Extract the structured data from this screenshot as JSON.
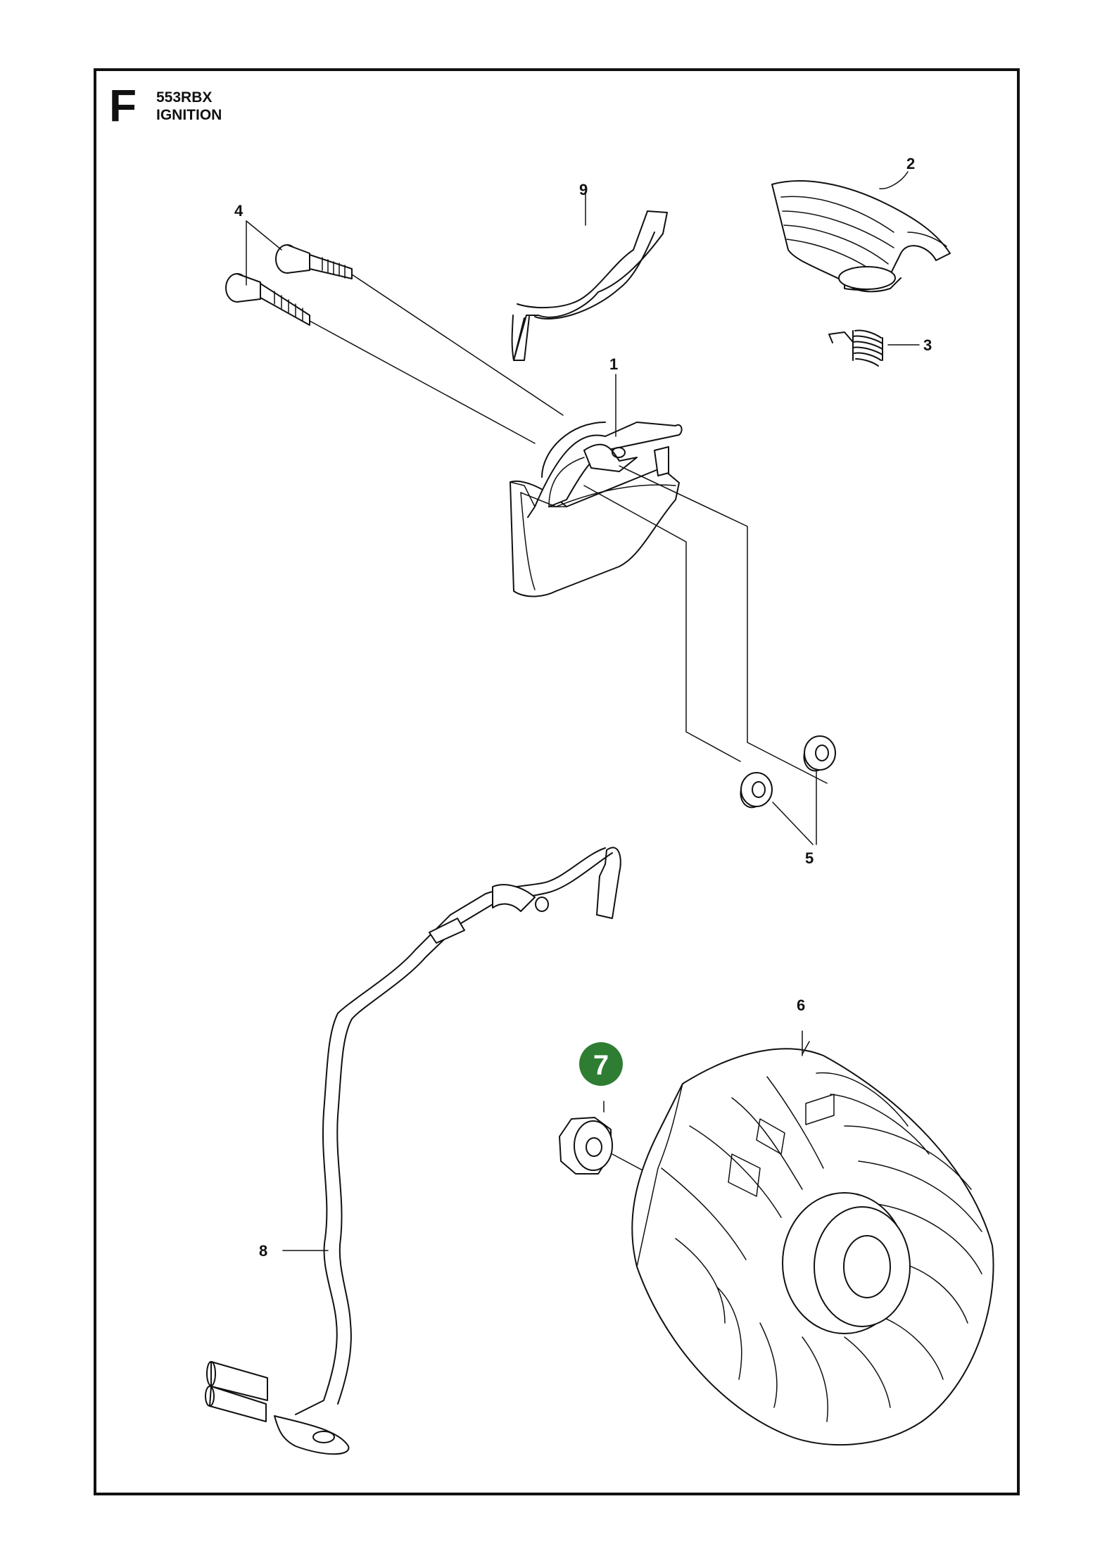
{
  "header": {
    "section_letter": "F",
    "model": "553RBX",
    "title": "IGNITION"
  },
  "callouts": [
    {
      "id": "1",
      "label": "1"
    },
    {
      "id": "2",
      "label": "2"
    },
    {
      "id": "3",
      "label": "3"
    },
    {
      "id": "4",
      "label": "4"
    },
    {
      "id": "5",
      "label": "5"
    },
    {
      "id": "6",
      "label": "6"
    },
    {
      "id": "7",
      "label": "7",
      "highlighted": true
    },
    {
      "id": "8",
      "label": "8"
    },
    {
      "id": "9",
      "label": "9"
    }
  ],
  "colors": {
    "highlight": "#2e7d32",
    "line": "#111111"
  }
}
